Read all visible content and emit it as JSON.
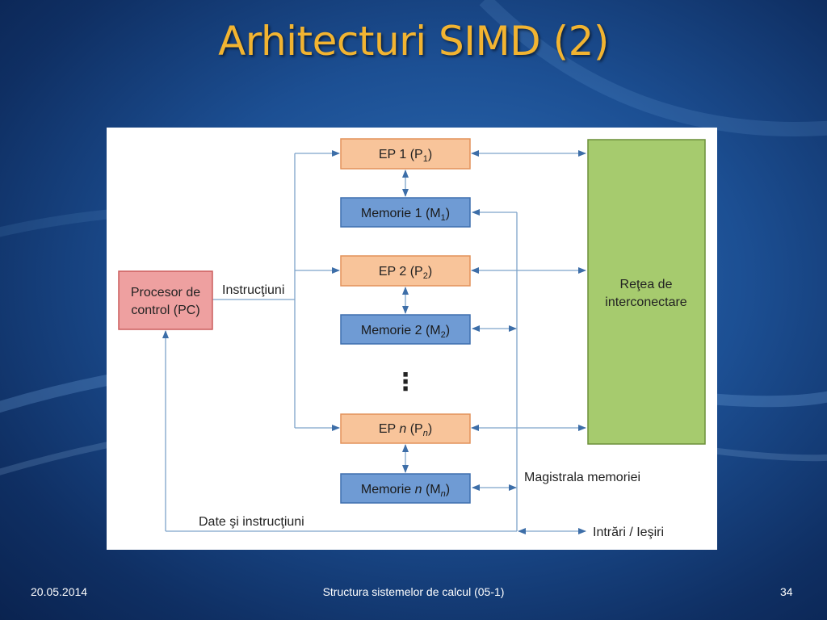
{
  "slide": {
    "title": "Arhitecturi SIMD (2)",
    "footer": {
      "date": "20.05.2014",
      "center": "Structura sistemelor de calcul (05-1)",
      "page": "34"
    }
  },
  "diagram": {
    "control_processor": {
      "line1": "Procesor de",
      "line2": "control (PC)"
    },
    "instructions_label": "Instrucţiuni",
    "data_instructions_label": "Date şi instrucţiuni",
    "network": {
      "line1": "Reţea de",
      "line2": "interconectare"
    },
    "memory_bus_label": "Magistrala memoriei",
    "io_label": "Intrări / Ieşiri",
    "ellipsis": "⋮",
    "units": [
      {
        "ep_prefix": "EP ",
        "ep_num": "1",
        "ep_mid": " (P",
        "ep_sub": "1",
        "ep_end": ")",
        "mem_prefix": "Memorie ",
        "mem_num": "1",
        "mem_mid": " (M",
        "mem_sub": "1",
        "mem_end": ")"
      },
      {
        "ep_prefix": "EP ",
        "ep_num": "2",
        "ep_mid": " (P",
        "ep_sub": "2",
        "ep_end": ")",
        "mem_prefix": "Memorie ",
        "mem_num": "2",
        "mem_mid": " (M",
        "mem_sub": "2",
        "mem_end": ")"
      },
      {
        "ep_prefix": "EP ",
        "ep_num": "n",
        "ep_mid": " (P",
        "ep_sub": "n",
        "ep_end": ")",
        "mem_prefix": "Memorie ",
        "mem_num": "n",
        "mem_mid": " (M",
        "mem_sub": "n",
        "mem_end": ")"
      }
    ],
    "colors": {
      "ep_fill": "#f8c49a",
      "ep_stroke": "#e2925a",
      "mem_fill": "#6f9bd4",
      "mem_stroke": "#3f6fae",
      "pc_fill": "#eea0a0",
      "pc_stroke": "#cc5d5d",
      "network_fill": "#a6cb6e",
      "network_stroke": "#6c8f3a",
      "line": "#7ea3c9",
      "arrow": "#3d6ea8"
    }
  }
}
